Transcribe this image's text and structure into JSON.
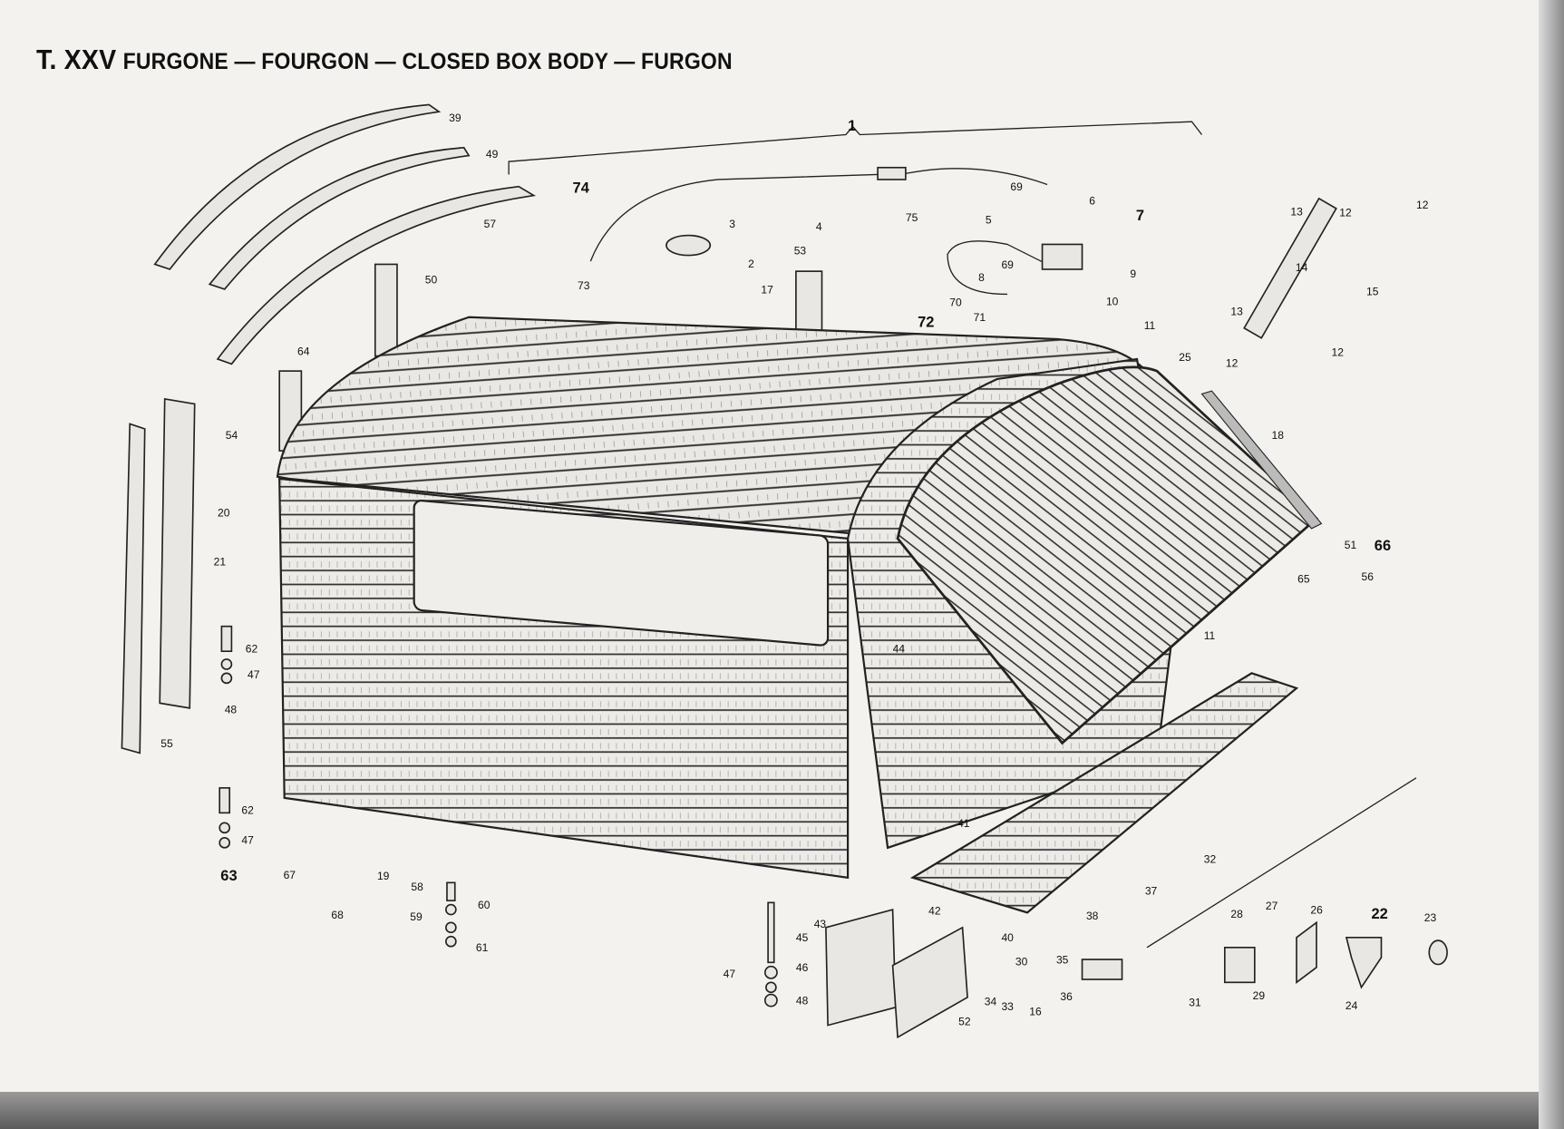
{
  "title": {
    "plate": "T. XXV",
    "text": "FURGONE — FOURGON — CLOSED BOX BODY — FURGON"
  },
  "callouts": [
    "1",
    "39",
    "49",
    "57",
    "74",
    "73",
    "3",
    "2",
    "75",
    "69",
    "6",
    "7",
    "5",
    "4",
    "53",
    "50",
    "17",
    "69",
    "9",
    "8",
    "10",
    "70",
    "71",
    "72",
    "11",
    "13",
    "12",
    "12",
    "14",
    "15",
    "13",
    "12",
    "12",
    "25",
    "18",
    "64",
    "54",
    "20",
    "21",
    "62",
    "47",
    "48",
    "55",
    "44",
    "11",
    "51",
    "66",
    "56",
    "65",
    "62",
    "47",
    "63",
    "67",
    "68",
    "19",
    "58",
    "60",
    "59",
    "61",
    "41",
    "42",
    "43",
    "45",
    "46",
    "47",
    "48",
    "40",
    "52",
    "34",
    "33",
    "30",
    "16",
    "35",
    "36",
    "37",
    "38",
    "32",
    "31",
    "28",
    "27",
    "26",
    "29",
    "22",
    "23",
    "24"
  ]
}
